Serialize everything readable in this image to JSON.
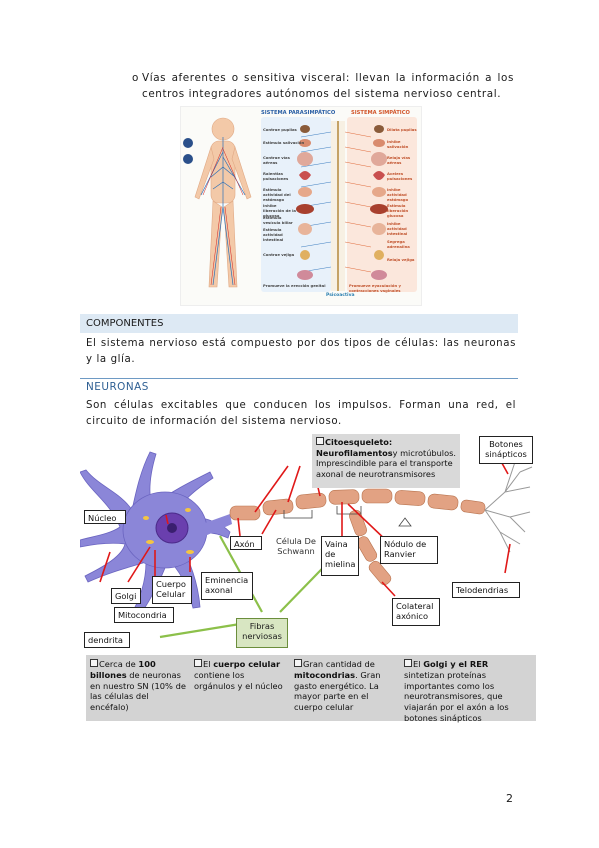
{
  "bullet": {
    "marker": "o",
    "text": "Vías aferentes o sensitiva visceral: llevan la información a los centros integradores autónomos del sistema nervioso central."
  },
  "figure_autonomic": {
    "title_left": "SISTEMA PARASIMPÁTICO",
    "title_right": "SISTEMA SIMPÁTICO",
    "labels_left": [
      "Contrae pupilas",
      "Estimula salivación",
      "Contrae vías aéreas",
      "Ralentiza pulsaciones",
      "Estimula actividad del estómago",
      "Inhibe liberación de la glucosa",
      "Estimula vesícula biliar",
      "Estimula actividad intestinal",
      "Contrae vejiga",
      "Promueve la erección genital"
    ],
    "labels_right": [
      "Dilata pupilas",
      "Inhibe salivación",
      "Relaja vías aéreas",
      "Acelera pulsaciones",
      "Inhibe actividad estómago",
      "Estimula liberación glucosa",
      "Inhibe actividad intestinal",
      "Segrega adrenalina",
      "Relaja vejiga",
      "Promueve eyaculación y contracciones vaginales"
    ],
    "logo": "Psicoactiva"
  },
  "components": {
    "heading": "COMPONENTES",
    "text": "El sistema nervioso está compuesto por dos tipos de células: las neuronas y la glía."
  },
  "neurons": {
    "heading": "NEURONAS",
    "text": "Son células excitables que conducen los impulsos. Forman una red, el circuito de información del sistema nervioso."
  },
  "figure_neuron": {
    "citoesqueleto_title": "Citoesqueleto:",
    "citoesqueleto_bold": "Neurofilamentos",
    "citoesqueleto_rest": "y microtúbulos. Imprescindible para el transporte axonal de neurotransmisores",
    "botones": "Botones sinápticos",
    "nucleo": "Núcleo",
    "axon": "Axón",
    "celula_schwann": "Célula De Schwann",
    "vaina_mielina": "Vaina de mielina",
    "nodulo_ranvier": "Nódulo de Ranvier",
    "golgi": "Golgi",
    "cuerpo_celular": "Cuerpo Celular",
    "eminencia_axonal": "Eminencia axonal",
    "mitocondria": "Mitocondria",
    "telodendrias": "Telodendrias",
    "colateral_axonico": "Colateral axónico",
    "fibras_nerviosas": "Fibras nerviosas",
    "dendrita": "dendrita"
  },
  "notes": {
    "col1_pre": "Cerca de ",
    "col1_bold": "100 billones",
    "col1_rest": " de neuronas en nuestro SN (10% de las células del encéfalo)",
    "col2_pre": "El ",
    "col2_bold": "cuerpo celular",
    "col2_rest": " contiene los orgánulos y el núcleo",
    "col3_pre": "Gran cantidad de ",
    "col3_bold": "mitocondrias",
    "col3_rest": ". Gran gasto energético. La mayor parte en el cuerpo celular",
    "col4_pre": "El ",
    "col4_bold": "Golgi y el RER",
    "col4_rest": " sintetizan proteínas importantes como los neurotransmisores, que viajarán por el axón a los botones sinápticos"
  },
  "page_number": "2",
  "colors": {
    "section_bar": "#dde9f4",
    "heading_blue": "#2e5f93",
    "neuron_body": "#8b86d8",
    "axon_segment": "#e2a283",
    "arrow_red": "#e01818",
    "arrow_green": "#8cc04a"
  }
}
